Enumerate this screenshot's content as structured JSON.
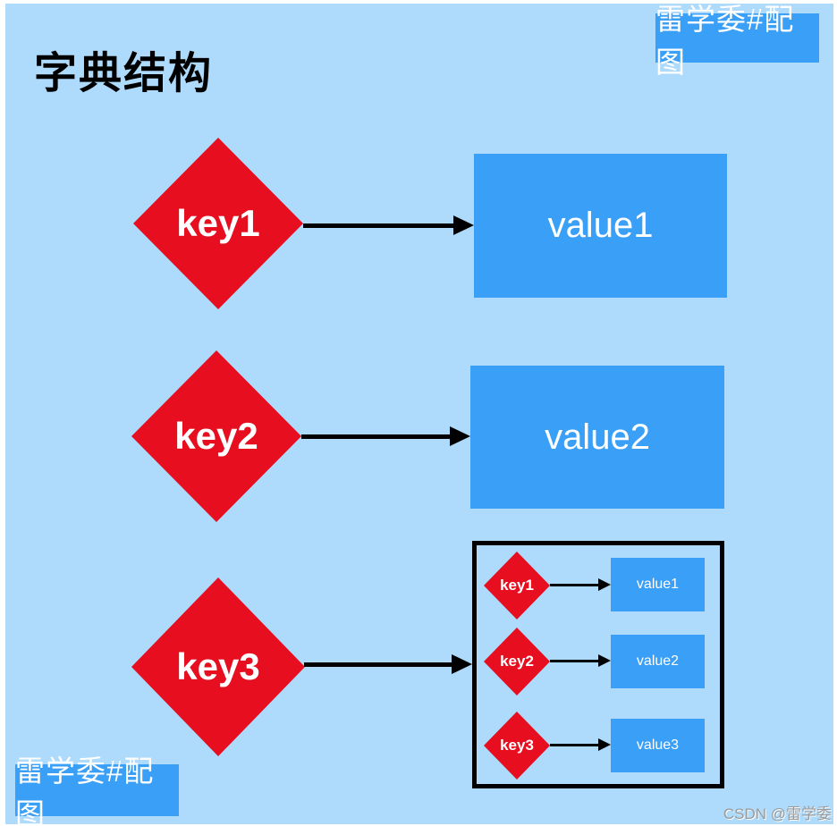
{
  "title": "字典结构",
  "badges": {
    "top_right": "雷学委#配图",
    "bottom_left": "雷学委#配图"
  },
  "watermark": "CSDN @雷学委",
  "colors": {
    "background": "#AEDAFB",
    "diamond_red": "#E60E1F",
    "value_blue": "#3A9FF6",
    "badge_blue": "#3A9FF6",
    "arrow_black": "#000000",
    "watermark_gray": "#9A9A9A"
  },
  "main_rows": [
    {
      "key": "key1",
      "value": "value1"
    },
    {
      "key": "key2",
      "value": "value2"
    },
    {
      "key": "key3",
      "value": "nested-dict"
    }
  ],
  "nested_rows": [
    {
      "key": "key1",
      "value": "value1"
    },
    {
      "key": "key2",
      "value": "value2"
    },
    {
      "key": "key3",
      "value": "value3"
    }
  ]
}
